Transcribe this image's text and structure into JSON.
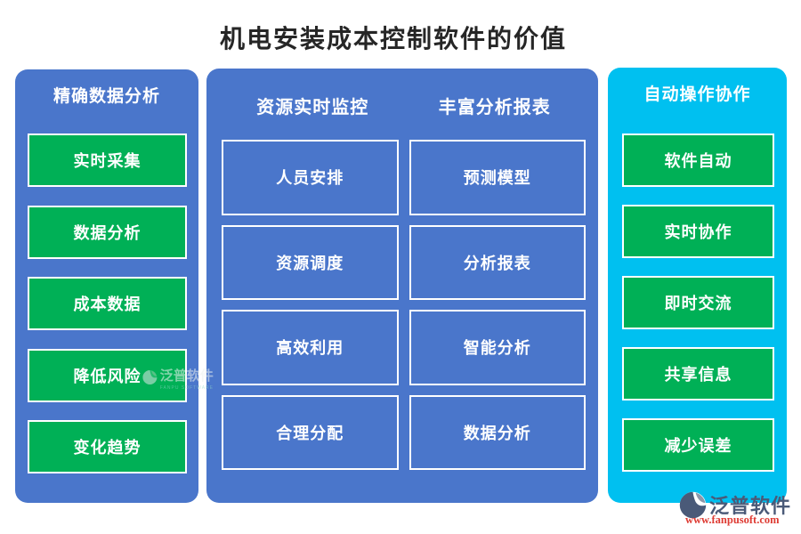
{
  "title": "机电安装成本控制软件的价值",
  "panels": {
    "left": {
      "title": "精确数据分析",
      "items": [
        "实时采集",
        "数据分析",
        "成本数据",
        "降低风险",
        "变化趋势"
      ]
    },
    "middle": {
      "columns": [
        {
          "header": "资源实时监控",
          "items": [
            "人员安排",
            "资源调度",
            "高效利用",
            "合理分配"
          ]
        },
        {
          "header": "丰富分析报表",
          "items": [
            "预测模型",
            "分析报表",
            "智能分析",
            "数据分析"
          ]
        }
      ]
    },
    "right": {
      "title": "自动操作协作",
      "items": [
        "软件自动",
        "实时协作",
        "即时交流",
        "共享信息",
        "减少误差"
      ]
    }
  },
  "branding": {
    "watermark": {
      "name": "泛普软件",
      "subtext": "FANPU SOFTWARE"
    },
    "logo": {
      "name": "泛普软件",
      "url": "www.fanpusoft.com",
      "icon": "fanpu-swoosh-icon"
    }
  },
  "colors": {
    "panel_blue": "#4A76CB",
    "panel_cyan": "#00C0F0",
    "button_green": "#00B056",
    "title_text": "#262626",
    "logo_slate": "#4A5A78",
    "url_red": "#DE3B33"
  }
}
